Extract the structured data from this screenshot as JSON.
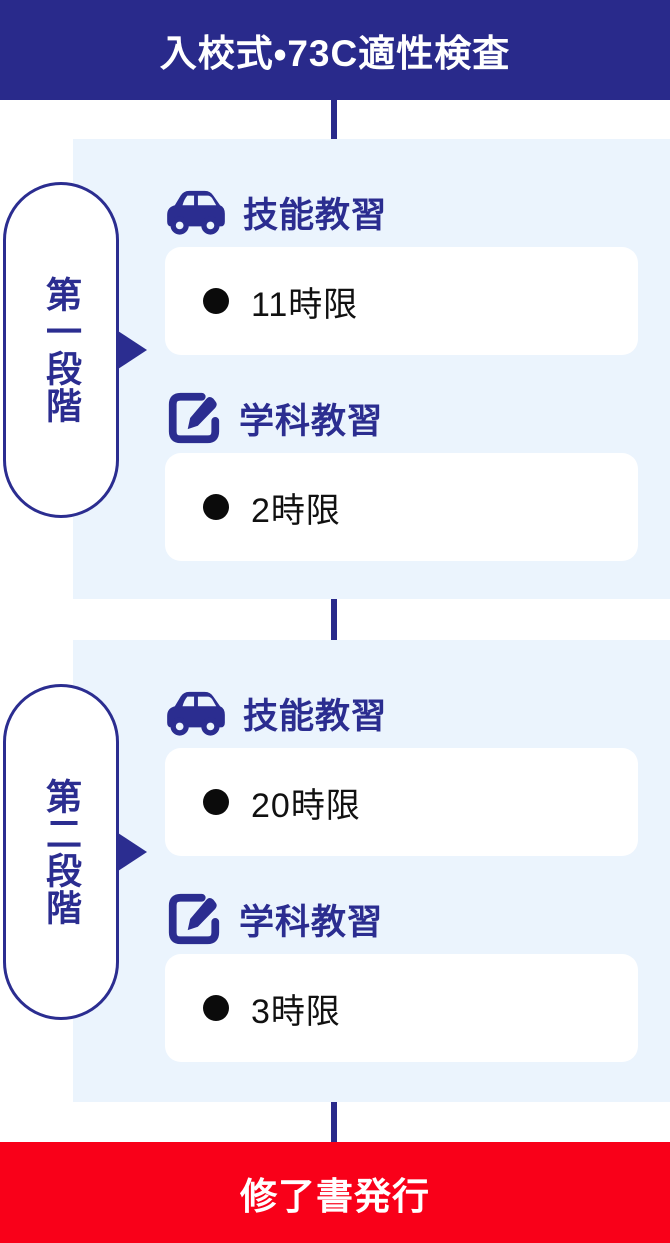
{
  "colors": {
    "indigo_band": "#292a8b",
    "indigo_text": "#2b2d90",
    "panel_blue": "#ebf4fd",
    "card_white": "#ffffff",
    "footer_red": "#f90019",
    "bullet_black": "#0b0b0b"
  },
  "header": {
    "title": "入校式・73C適性検査"
  },
  "stages": [
    {
      "label": "第一段階",
      "sections": [
        {
          "icon": "car-icon",
          "title": "技能教習",
          "hours": "11時限"
        },
        {
          "icon": "pen-edit-icon",
          "title": "学科教習",
          "hours": "2時限"
        }
      ]
    },
    {
      "label": "第二段階",
      "sections": [
        {
          "icon": "car-icon",
          "title": "技能教習",
          "hours": "20時限"
        },
        {
          "icon": "pen-edit-icon",
          "title": "学科教習",
          "hours": "3時限"
        }
      ]
    }
  ],
  "footer": {
    "title": "修了書発行"
  }
}
